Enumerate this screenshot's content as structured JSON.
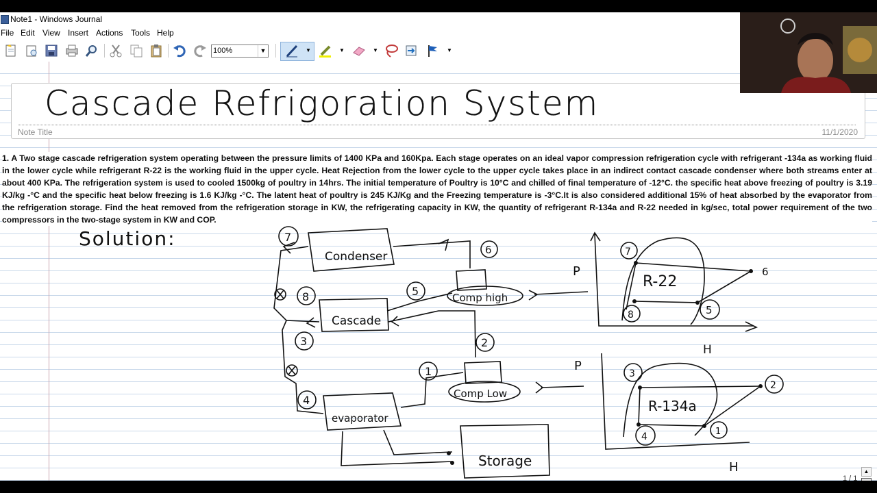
{
  "window": {
    "title": "Note1 - Windows Journal"
  },
  "menu": [
    "File",
    "Edit",
    "View",
    "Insert",
    "Actions",
    "Tools",
    "Help"
  ],
  "toolbar": {
    "zoom_value": "100%",
    "icons": [
      "new-note-icon",
      "open-icon",
      "save-icon",
      "print-icon",
      "find-icon",
      "cut-icon",
      "copy-icon",
      "paste-icon",
      "undo-icon",
      "redo-icon",
      "pen-icon",
      "highlighter-icon",
      "eraser-icon",
      "lasso-icon",
      "insert-space-icon",
      "flag-icon"
    ]
  },
  "note": {
    "title_handwritten": "Cascade Refrigoration System",
    "title_label": "Note Title",
    "date": "11/1/2020",
    "problem_text": "1. A Two stage cascade refrigeration system operating between the pressure limits of 1400 KPa and 160Kpa. Each stage operates on an ideal vapor compression refrigeration cycle with refrigerant -134a as working fluid in the lower cycle while refrigerant R-22 is the working fluid in the upper cycle. Heat Rejection from the lower cycle to the upper cycle takes place in an indirect contact cascade condenser where both streams enter at about 400 KPa. The refrigeration system is used to cooled 1500kg of poultry in 14hrs. The initial temperature of Poultry is 10°C and chilled of final temperature of -12°C. the specific heat above freezing of poultry is 3.19 KJ/kg -°C and the specific heat below freezing is 1.6 KJ/kg -°C. The latent heat of poultry is 245 KJ/Kg and the Freezing temperature is -3°C.It is also considered additional 15% of heat absorbed by the evaporator from the refrigeration storage. Find the heat removed from the refrigeration storage in KW, the refrigerating capacity in KW, the quantity of refrigerant R-134a and R-22 needed in kg/sec, total power requirement of the two compressors in the two-stage system in KW and COP.",
    "solution_label": "Solution:"
  },
  "diagram": {
    "components": {
      "condenser": "Condenser",
      "cascade": "Cascade",
      "evaporator": "evaporator",
      "storage": "Storage",
      "comp_high": "Comp high",
      "comp_low": "Comp Low"
    },
    "state_numbers": [
      "7",
      "6",
      "8",
      "5",
      "3",
      "2",
      "4",
      "1"
    ],
    "ph_upper": {
      "refrigerant": "R-22",
      "y_axis": "P",
      "x_axis": "H",
      "points": [
        "7",
        "6",
        "8",
        "5"
      ]
    },
    "ph_lower": {
      "refrigerant": "R-134a",
      "y_axis": "P",
      "x_axis": "H",
      "points": [
        "3",
        "2",
        "4",
        "1"
      ]
    },
    "valve_mark": "⊗",
    "side_label_p": "P"
  },
  "pager": {
    "text": "1 / 1"
  }
}
